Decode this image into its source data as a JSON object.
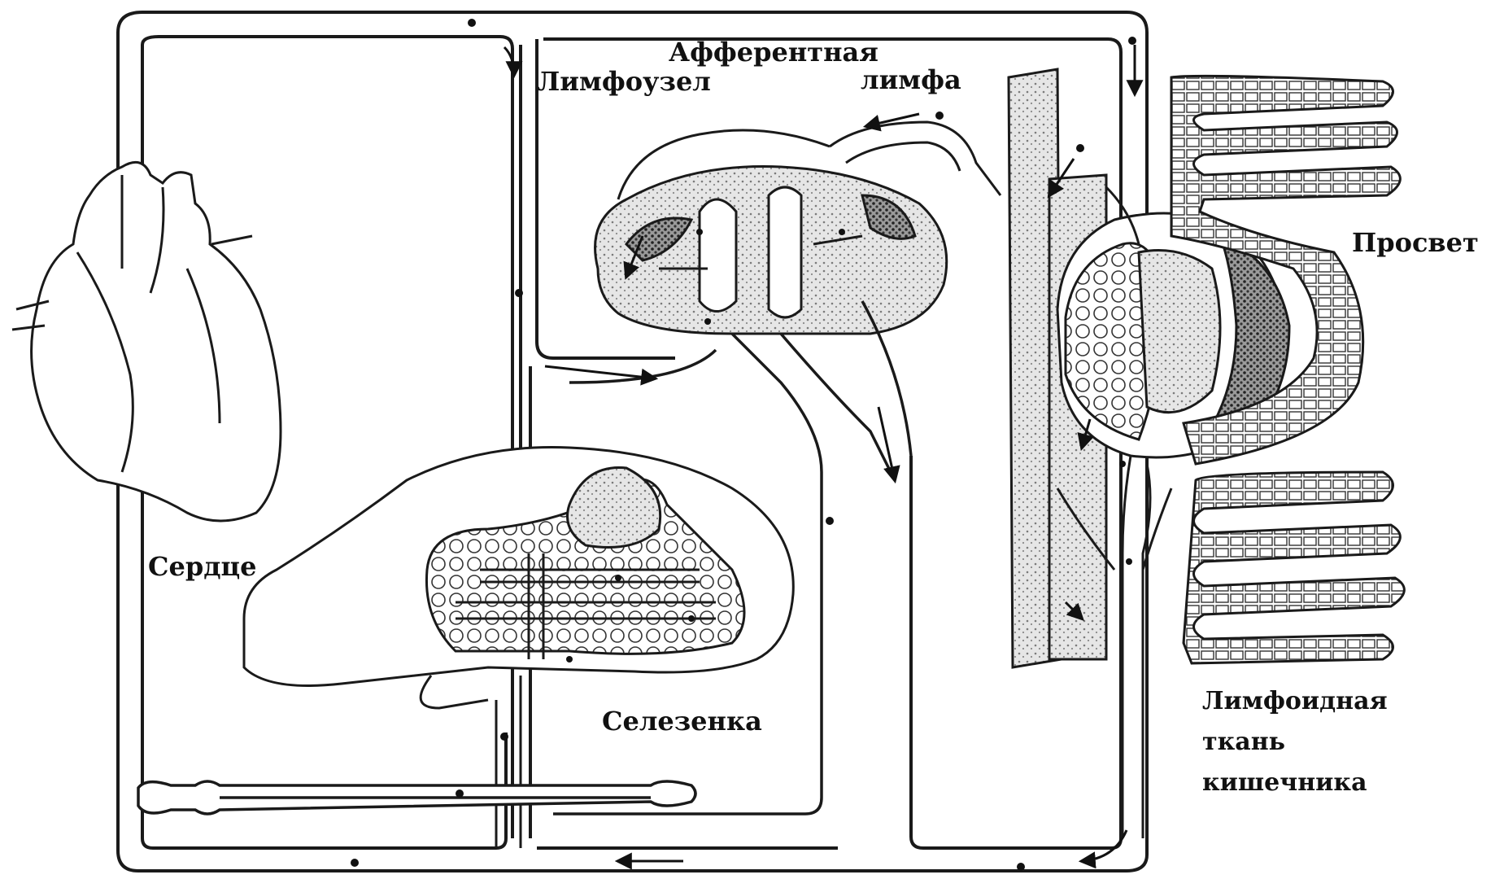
{
  "labels": {
    "afferent_lymph_line1": "Афферентная",
    "afferent_lymph_line2": "лимфа",
    "lymph_node": "Лимфоузел",
    "lumen": "Просвет",
    "heart": "Сердце",
    "spleen": "Селезенка",
    "gut_tissue_line1": "Лимфоидная",
    "gut_tissue_line2": "ткань",
    "gut_tissue_line3": "кишечника"
  },
  "colors": {
    "vessel_stroke": "#1a1a1a",
    "vessel_fill": "#ffffff",
    "tissue_fill": "#cfcfcf",
    "dense_fill": "#555555",
    "ink": "#111111"
  }
}
